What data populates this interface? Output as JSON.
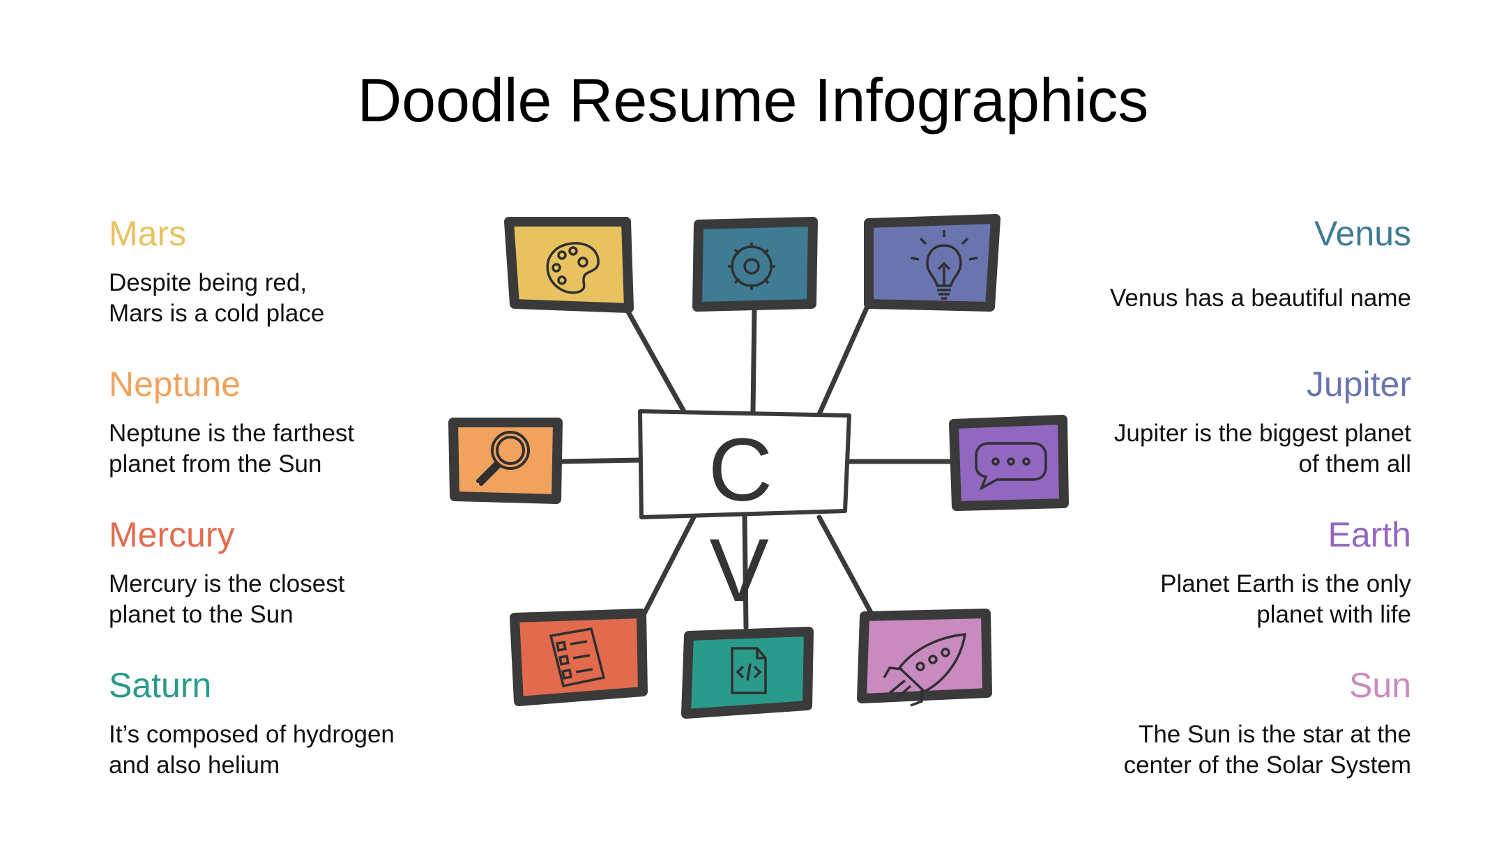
{
  "title": "Doodle Resume Infographics",
  "center": {
    "letters": [
      "C",
      "V"
    ]
  },
  "items": [
    {
      "side": "left",
      "heading": "Mars",
      "color": "#e8c25f",
      "text": "Despite being red,\nMars is a cold place"
    },
    {
      "side": "left",
      "heading": "Neptune",
      "color": "#f1a25d",
      "text": "Neptune is the farthest\nplanet from the Sun"
    },
    {
      "side": "left",
      "heading": "Mercury",
      "color": "#e26b4d",
      "text": "Mercury is the closest\nplanet to the Sun"
    },
    {
      "side": "left",
      "heading": "Saturn",
      "color": "#2a9b8b",
      "text": "It’s composed of hydrogen\nand also helium"
    },
    {
      "side": "right",
      "heading": "Venus",
      "color": "#3f7b93",
      "text": "Venus has a beautiful name"
    },
    {
      "side": "right",
      "heading": "Jupiter",
      "color": "#6a75b0",
      "text": "Jupiter is the biggest planet\nof them all"
    },
    {
      "side": "right",
      "heading": "Earth",
      "color": "#9167c0",
      "text": "Planet Earth is the only\nplanet with life"
    },
    {
      "side": "right",
      "heading": "Sun",
      "color": "#c98ac0",
      "text": "The Sun is the star at the\ncenter of the Solar System"
    }
  ],
  "tiles": [
    {
      "icon": "palette-icon",
      "fill": "#e8c25f"
    },
    {
      "icon": "gear-icon",
      "fill": "#3f7b93"
    },
    {
      "icon": "lightbulb-icon",
      "fill": "#6a75b0"
    },
    {
      "icon": "magnifier-icon",
      "fill": "#f1a25d"
    },
    {
      "icon": "chat-icon",
      "fill": "#9167c0"
    },
    {
      "icon": "checklist-icon",
      "fill": "#e26b4d"
    },
    {
      "icon": "code-file-icon",
      "fill": "#2a9b8b"
    },
    {
      "icon": "rocket-icon",
      "fill": "#c98ac0"
    }
  ]
}
